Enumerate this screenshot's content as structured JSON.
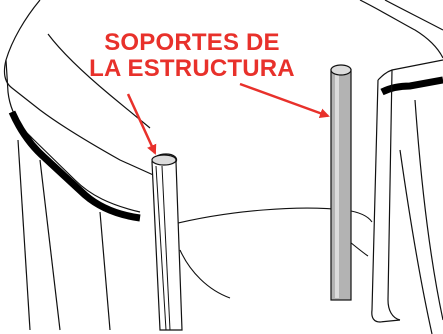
{
  "callout": {
    "line1": "SOPORTES DE",
    "line2": "LA ESTRUCTURA"
  },
  "colors": {
    "label_red": "#e8312b",
    "arrow_red": "#e8312b",
    "outline": "#111111",
    "support_fill": "#b3b3b3",
    "support_highlight": "#dcdcdc",
    "band": "#000000",
    "background": "#ffffff"
  },
  "icons": [
    "arrow-to-left-support",
    "arrow-to-right-support"
  ]
}
